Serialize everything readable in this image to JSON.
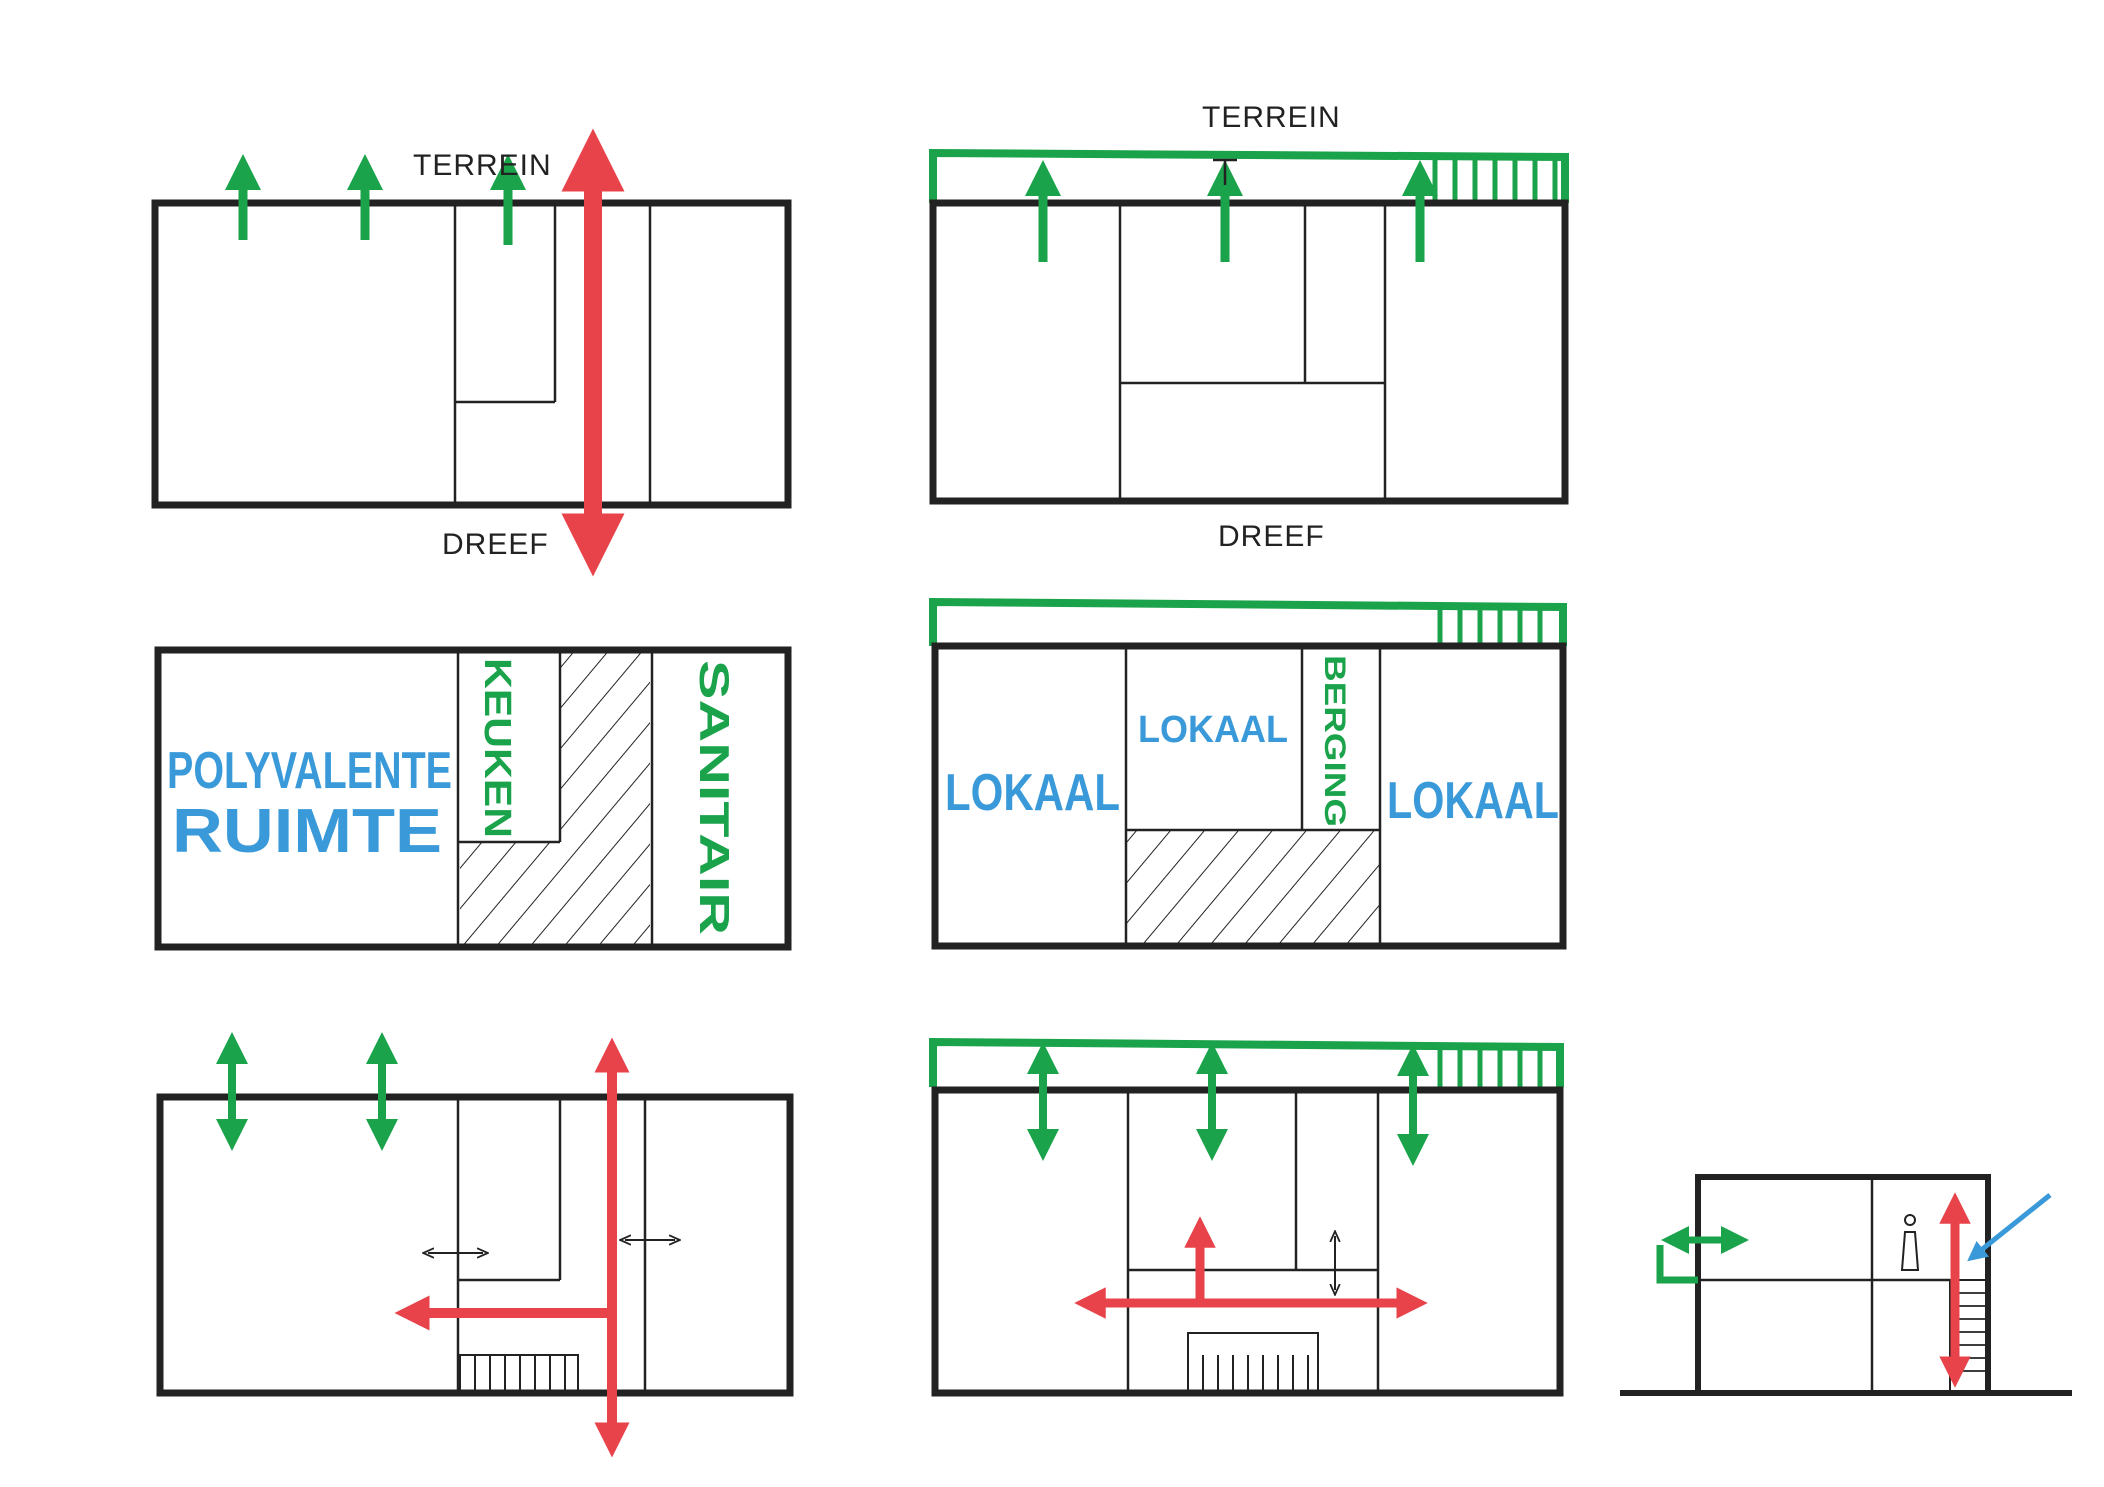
{
  "labels": {
    "terrein": "TERREIN",
    "dreef": "DREEF",
    "polyvalente": "POLYVALENTE",
    "ruimte": "RUIMTE",
    "keuken": "KEUKEN",
    "sanitair": "SANITAIR",
    "lokaal": "LOKAAL",
    "berging": "BERGING"
  },
  "colors": {
    "wall": "#222222",
    "green": "#1aa34a",
    "red": "#e8434a",
    "blue": "#3a9ad9"
  }
}
